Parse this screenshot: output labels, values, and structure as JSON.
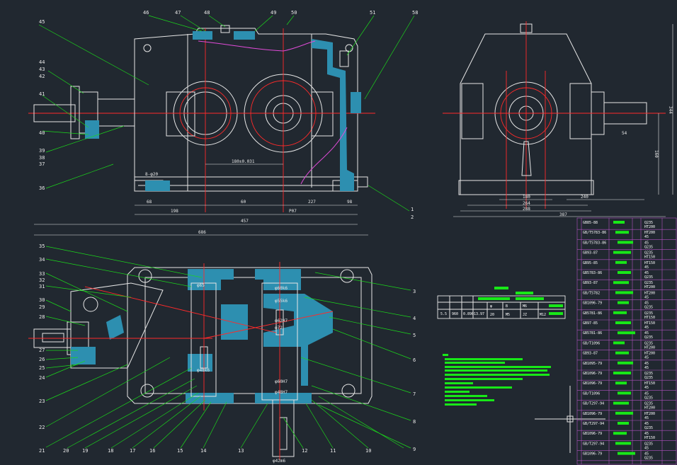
{
  "drawing": {
    "colors": {
      "background": "#212830",
      "outline": "#e6e6e6",
      "leader": "#1bd81b",
      "centerline": "#ff2a2a",
      "hatch": "#2d8fb0",
      "table_frame": "#b050c0"
    },
    "front_view": {
      "callouts": [
        "45",
        "46",
        "47",
        "48",
        "49",
        "50",
        "51",
        "58",
        "44",
        "43",
        "42",
        "41",
        "40",
        "39",
        "38",
        "37",
        "36",
        "1",
        "2"
      ],
      "dimensions": {
        "d68": "68",
        "d198": "198",
        "d60": "60",
        "d227": "227",
        "d98": "98",
        "d607": "P07",
        "d457": "457",
        "d686": "686",
        "center": "180±0.031",
        "bottom": "8-φ20"
      }
    },
    "side_view": {
      "dimensions": {
        "h344": "344",
        "h160": "160",
        "w180": "180",
        "w264": "264",
        "w288": "288",
        "w240": "240",
        "w387": "387",
        "shaft": "54"
      }
    },
    "plan_view": {
      "left_callouts": [
        "35",
        "34",
        "33",
        "32",
        "31",
        "30",
        "29",
        "28",
        "27",
        "26",
        "25",
        "24",
        "23",
        "22",
        "21",
        "20",
        "19",
        "18",
        "17",
        "16",
        "15",
        "14",
        "13",
        "12",
        "11",
        "10"
      ],
      "right_callouts": [
        "3",
        "4",
        "5",
        "6",
        "7",
        "8",
        "9"
      ],
      "fits": [
        "φ60k6",
        "φ55k6",
        "φ62H7",
        "φ72",
        "φ65",
        "φ60H7",
        "φ48H7",
        "φ48k6",
        "φ42m6"
      ]
    },
    "spec_table": {
      "row": [
        "5.5",
        "960",
        "0.890",
        "13.97",
        "φ",
        "B",
        "M6",
        "20",
        "M5",
        "JZ",
        "M12"
      ]
    },
    "bom_rows": [
      "GB85-88",
      "GB/T5783-86",
      "GB/T5783-86",
      "GB93-87",
      "GB95-85",
      "GB5783-86",
      "GB93-87",
      "GB/T5782",
      "GB1096-79",
      "GB5781-86",
      "GB97-85",
      "GB5781-86",
      "GB/T1096",
      "GB93-87",
      "GB1095-79",
      "GB1096-79",
      "GB1096-79",
      "GB/T1096",
      "GB/T297-94",
      "GB1096-79",
      "GB/T297-94",
      "GB1096-79",
      "GB/T297-94",
      "GB1096-79"
    ],
    "bom_right": [
      "Q235",
      "HT200",
      "45",
      "Q235",
      "HT150",
      "45",
      "Q235",
      "HT200",
      "45",
      "Q235",
      "HT150",
      "45",
      "Q235",
      "HT200",
      "45",
      "Q235",
      "HT150",
      "45",
      "Q235",
      "HT200",
      "45",
      "45",
      "Q235",
      "45"
    ]
  }
}
